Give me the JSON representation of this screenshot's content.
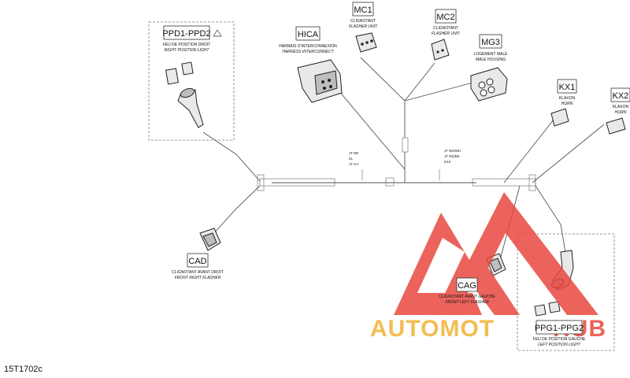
{
  "figure_id": "15T1702c",
  "components": {
    "ppd": {
      "code": "PPD1-PPD2",
      "fr": "FEU DE POSITION DROIT",
      "en": "RIGHT POSITION LIGHT"
    },
    "hica": {
      "code": "HICA",
      "fr": "HARNAIS D'INTERCONNEXION",
      "en": "HARNESS INTERCONNECT"
    },
    "mc1": {
      "code": "MC1",
      "fr": "CLIGNOTANT",
      "en": "FLASHER UNIT"
    },
    "mc2": {
      "code": "MC2",
      "fr": "CLIGNOTANT",
      "en": "FLASHER UNIT"
    },
    "mg3": {
      "code": "MG3",
      "fr": "LOGEMENT MALE",
      "en": "MALE HOUSING"
    },
    "kx1": {
      "code": "KX1",
      "fr": "KLAXON",
      "en": "HORN"
    },
    "kx2": {
      "code": "KX2",
      "fr": "KLAXON",
      "en": "HORN"
    },
    "cad": {
      "code": "CAD",
      "fr": "CLIGNOTANT AVANT DROIT",
      "en": "FRONT RIGHT FLASHER"
    },
    "cag": {
      "code": "CAG",
      "fr": "CLIGNOTANT AVANT GAUCHE",
      "en": "FRONT LEFT FLASHER"
    },
    "ppg": {
      "code": "PPG1-PPG2",
      "fr": "FEU DE POSITION GAUCHE",
      "en": "LEFT POSITION LIGHT"
    }
  },
  "wire_labels": {
    "left": [
      "JT BR",
      "61",
      "JT GY"
    ],
    "right": [
      "JT RD/WH",
      "JT RD/BK",
      "D10"
    ]
  },
  "watermark": {
    "text_left": "AUTOMOT",
    "text_right": "HUB",
    "color_logo": "#e8483f",
    "color_text_left": "#f2b233",
    "color_text_right": "#e8483f"
  }
}
